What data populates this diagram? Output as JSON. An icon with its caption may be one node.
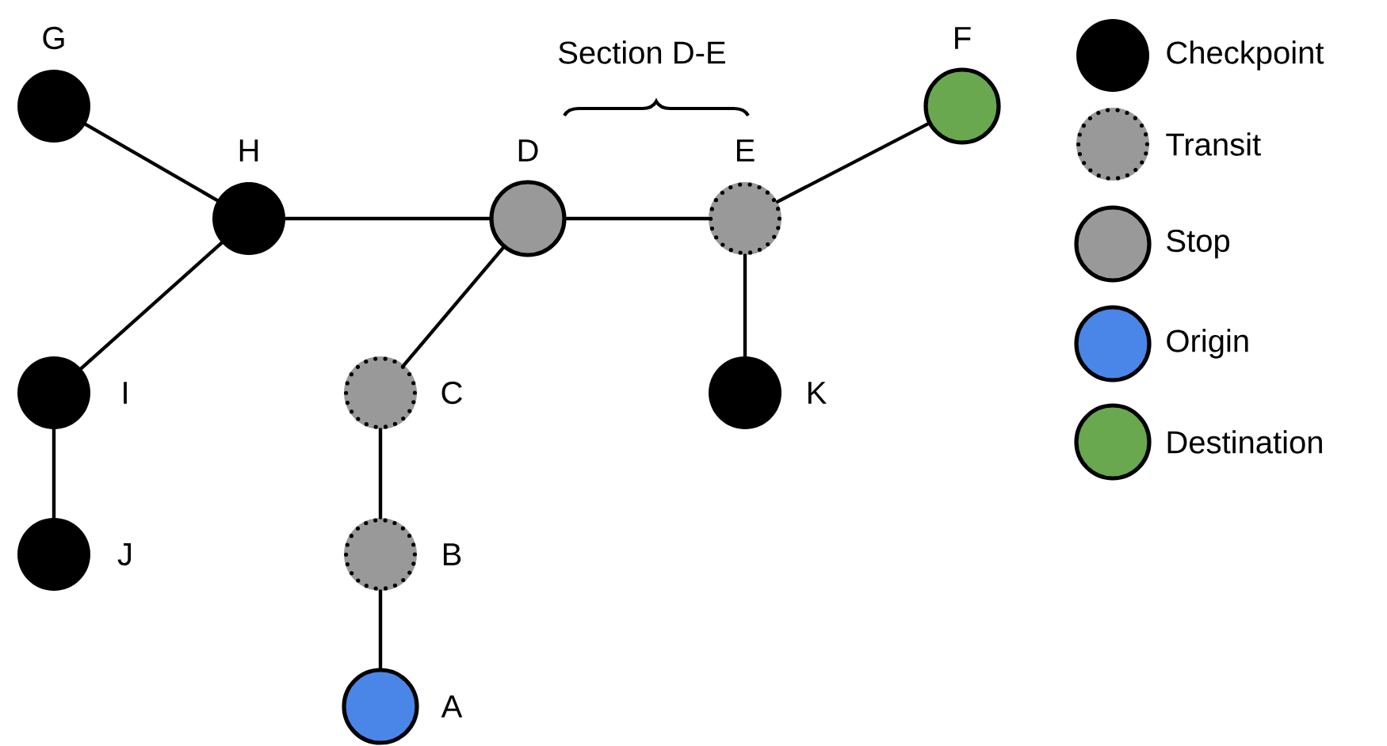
{
  "diagram": {
    "nodes": [
      {
        "text": [
          "G"
        ]
      },
      {
        "text": [
          "H"
        ]
      },
      {
        "text": [
          "D"
        ]
      },
      {
        "text": [
          "E"
        ]
      },
      {
        "text": [
          "F"
        ]
      },
      {
        "text": [
          "I"
        ]
      },
      {
        "text": [
          "C"
        ]
      },
      {
        "text": [
          "K"
        ]
      },
      {
        "text": [
          "J"
        ]
      },
      {
        "text": [
          "B"
        ]
      },
      {
        "text": [
          "A"
        ]
      }
    ],
    "edges": [
      {
        "from": 0,
        "to": 1,
        "arrow": "none"
      },
      {
        "from": 1,
        "to": 2,
        "arrow": "none"
      },
      {
        "from": 2,
        "to": 3,
        "arrow": "none"
      },
      {
        "from": 3,
        "to": 4,
        "arrow": "none"
      },
      {
        "from": 1,
        "to": 5,
        "arrow": "none"
      },
      {
        "from": 5,
        "to": 8,
        "arrow": "none"
      },
      {
        "from": 2,
        "to": 6,
        "arrow": "none"
      },
      {
        "from": 6,
        "to": 9,
        "arrow": "none"
      },
      {
        "from": 9,
        "to": 10,
        "arrow": "none"
      },
      {
        "from": 3,
        "to": 7,
        "arrow": "none"
      }
    ],
    "labels": [
      "Section D-E"
    ],
    "legend": [
      {
        "text": "Checkpoint",
        "color": "#000000"
      },
      {
        "text": "Transit",
        "color": "#999999"
      },
      {
        "text": "Stop",
        "color": "#999999"
      },
      {
        "text": "Origin",
        "color": "#4a86e8"
      },
      {
        "text": "Destination",
        "color": "#6aa84f"
      }
    ]
  }
}
